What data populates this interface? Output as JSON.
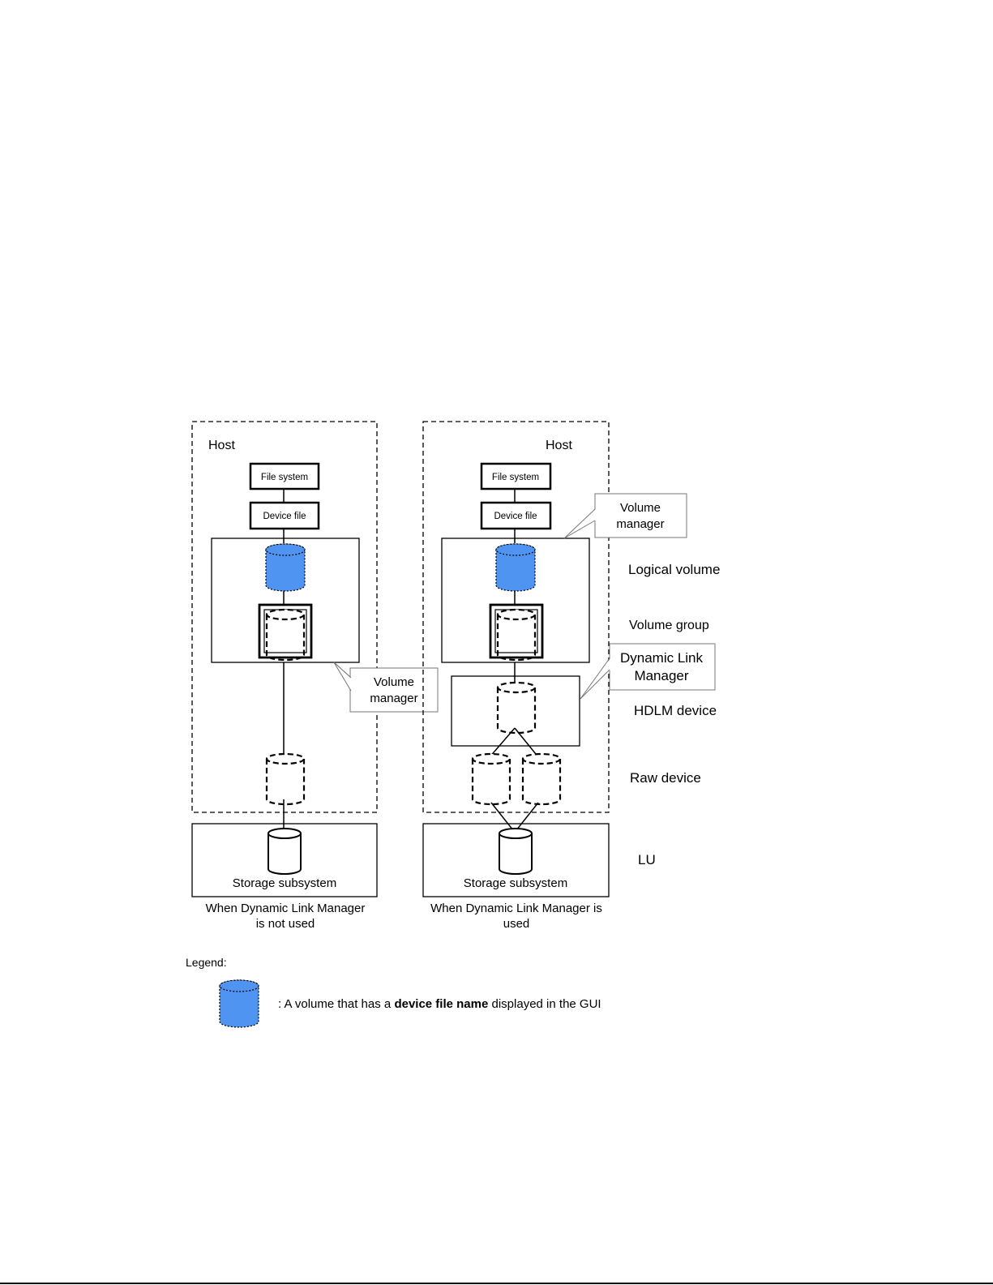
{
  "left_panel": {
    "host_label": "Host",
    "file_system": "File system",
    "device_file": "Device file",
    "callout_line1": "Volume",
    "callout_line2": "manager",
    "storage_label": "Storage subsystem",
    "caption_line1": "When Dynamic Link Manager",
    "caption_line2": "is not used"
  },
  "right_panel": {
    "host_label": "Host",
    "file_system": "File system",
    "device_file": "Device file",
    "vm_callout_line1": "Volume",
    "vm_callout_line2": "manager",
    "dlm_callout_line1": "Dynamic Link",
    "dlm_callout_line2": "Manager",
    "storage_label": "Storage subsystem",
    "caption_line1": "When Dynamic Link Manager is",
    "caption_line2": "used"
  },
  "layer_labels": {
    "logical_volume": "Logical volume",
    "volume_group": "Volume group",
    "hdlm_device": "HDLM device",
    "raw_device": "Raw device",
    "lu": "LU"
  },
  "legend": {
    "title": "Legend:",
    "text_prefix": ": A volume that has a ",
    "text_bold": "device file name",
    "text_suffix": " displayed in the GUI"
  },
  "colors": {
    "highlight_volume": "#4f94f0",
    "stroke": "#000000"
  }
}
